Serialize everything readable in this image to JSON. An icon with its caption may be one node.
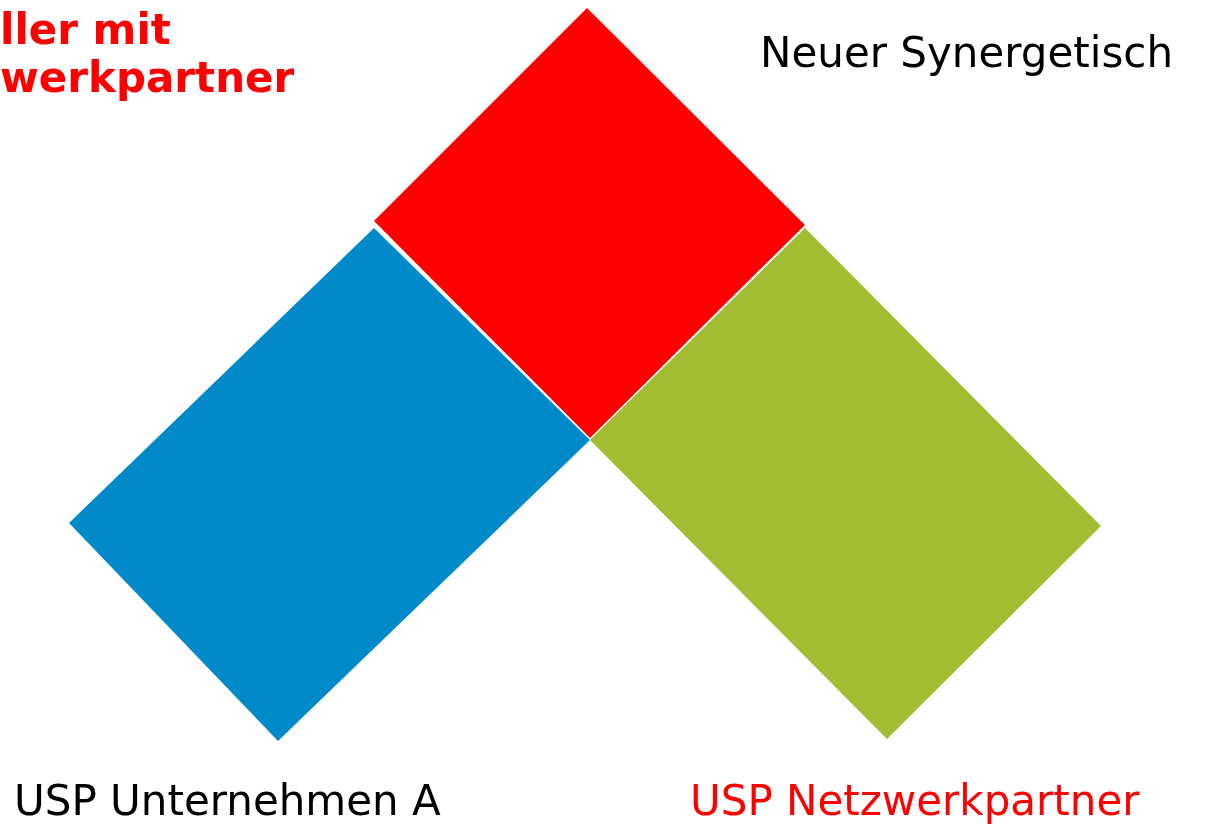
{
  "diagram": {
    "labels": [
      "ller mit werkpartner",
      "Neuer Synergetisch",
      "USP Unternehmen A",
      "USP Netzwerkpartner"
    ]
  }
}
